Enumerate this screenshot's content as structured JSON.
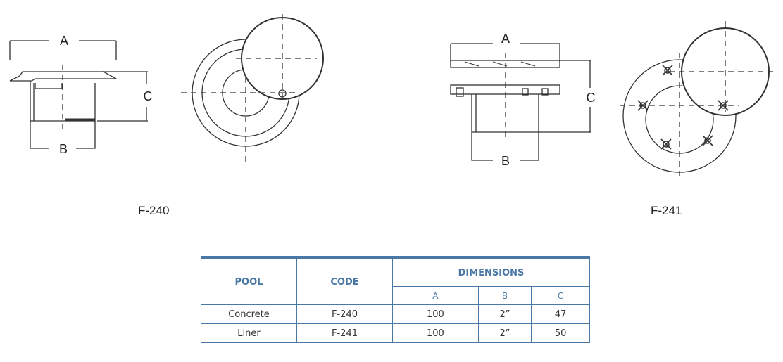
{
  "drawings": [
    {
      "code": "F-240",
      "dim_labels": {
        "a": "A",
        "b": "B",
        "c": "C"
      }
    },
    {
      "code": "F-241",
      "dim_labels": {
        "a": "A",
        "b": "B",
        "c": "C"
      }
    }
  ],
  "table": {
    "headers": {
      "pool": "POOL",
      "code": "CODE",
      "dimensions": "DIMENSIONS",
      "a": "A",
      "b": "B",
      "c": "C"
    },
    "rows": [
      {
        "pool": "Concrete",
        "code": "F-240",
        "a": "100",
        "b": "2”",
        "c": "47"
      },
      {
        "pool": "Liner",
        "code": "F-241",
        "a": "100",
        "b": "2”",
        "c": "50"
      }
    ]
  },
  "colors": {
    "table_accent": "#4a78a6",
    "line": "#333333"
  }
}
